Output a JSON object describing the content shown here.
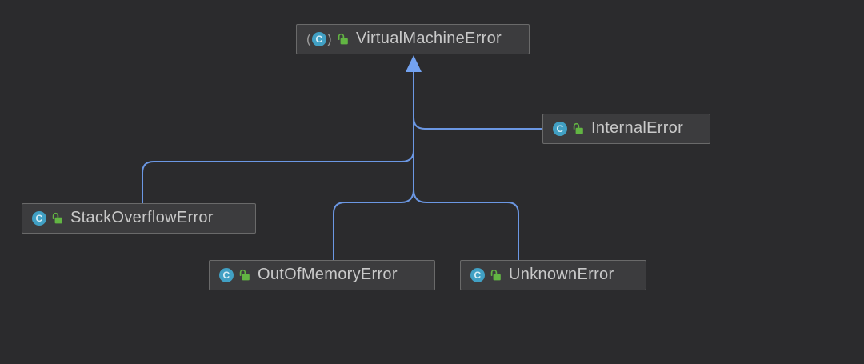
{
  "diagram": {
    "class_letter": "C",
    "abstract_marker_open": "(",
    "abstract_marker_close": ")",
    "nodes": [
      {
        "id": "virtual-machine-error",
        "label": "VirtualMachineError",
        "kind": "abstract-class",
        "icons": [
          "abstract-class-icon",
          "unlocked-icon"
        ]
      },
      {
        "id": "internal-error",
        "label": "InternalError",
        "kind": "class",
        "icons": [
          "class-icon",
          "unlocked-icon"
        ]
      },
      {
        "id": "stack-overflow-error",
        "label": "StackOverflowError",
        "kind": "class",
        "icons": [
          "class-icon",
          "unlocked-icon"
        ]
      },
      {
        "id": "out-of-memory-error",
        "label": "OutOfMemoryError",
        "kind": "class",
        "icons": [
          "class-icon",
          "unlocked-icon"
        ]
      },
      {
        "id": "unknown-error",
        "label": "UnknownError",
        "kind": "class",
        "icons": [
          "class-icon",
          "unlocked-icon"
        ]
      }
    ],
    "edges": [
      {
        "from": "InternalError",
        "to": "VirtualMachineError",
        "type": "inheritance"
      },
      {
        "from": "StackOverflowError",
        "to": "VirtualMachineError",
        "type": "inheritance"
      },
      {
        "from": "OutOfMemoryError",
        "to": "VirtualMachineError",
        "type": "inheritance"
      },
      {
        "from": "UnknownError",
        "to": "VirtualMachineError",
        "type": "inheritance"
      }
    ]
  },
  "theme": {
    "canvas_bg": "#2b2b2d",
    "node_bg": "#3c3c3e",
    "node_border": "#6a6a6a",
    "node_text": "#c9c9c9",
    "edge_color": "#6b97e3",
    "arrow_color": "#73a2f0",
    "class_icon_bg": "#41a0c4",
    "class_icon_letter": "#d8eef5",
    "lock_color": "#62b543",
    "paren_color": "#9b9b9b"
  }
}
